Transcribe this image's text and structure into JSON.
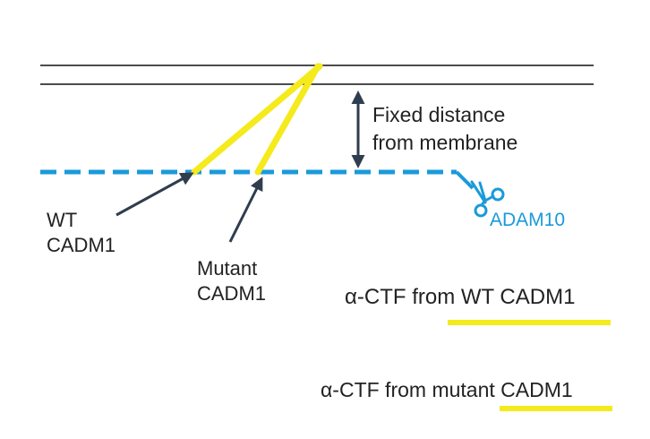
{
  "labels": {
    "fixed_distance": [
      "Fixed distance",
      "from membrane"
    ],
    "wt_cadm1": [
      "WT",
      "CADM1"
    ],
    "mutant_cadm1": [
      "Mutant",
      "CADM1"
    ],
    "adam10": "ADAM10",
    "ctf_wt": "α-CTF from WT CADM1",
    "ctf_mutant": "α-CTF from mutant CADM1"
  },
  "colors": {
    "membrane_line": "#111111",
    "cleavage_line": "#1a9ad9",
    "cadm1_yellow": "#f5ea1c",
    "arrow": "#2f3d4f",
    "label_text": "#222222"
  },
  "icons": {
    "enzyme": "scissors-icon"
  }
}
